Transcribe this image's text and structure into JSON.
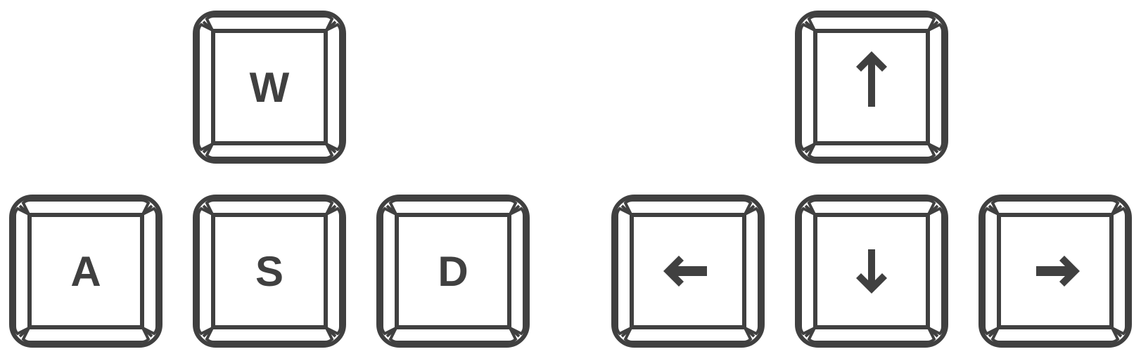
{
  "colors": {
    "stroke": "#404040",
    "background": "#ffffff"
  },
  "wasd_keys": {
    "w": {
      "label": "W"
    },
    "a": {
      "label": "A"
    },
    "s": {
      "label": "S"
    },
    "d": {
      "label": "D"
    }
  },
  "arrow_keys": {
    "up": {
      "icon": "arrow-up-icon"
    },
    "left": {
      "icon": "arrow-left-icon"
    },
    "down": {
      "icon": "arrow-down-icon"
    },
    "right": {
      "icon": "arrow-right-icon"
    }
  }
}
